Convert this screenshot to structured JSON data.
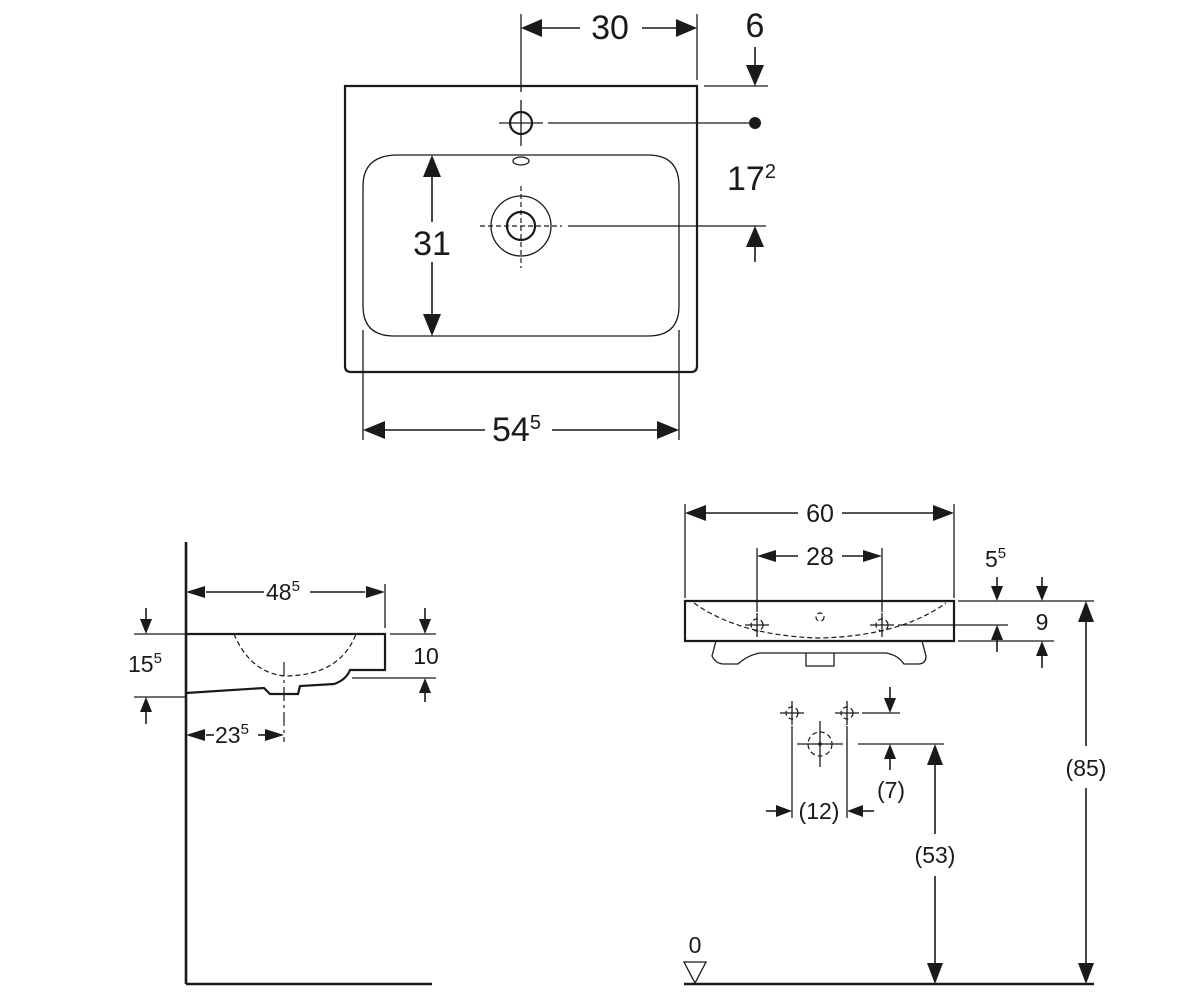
{
  "top_view": {
    "dims": {
      "tap_offset": "30",
      "top_edge": "6",
      "tap_to_drain": "17",
      "tap_to_drain_sup": "2",
      "bowl_depth": "31",
      "bowl_width": "54",
      "bowl_width_sup": "5"
    }
  },
  "side_view": {
    "dims": {
      "depth": "48",
      "depth_sup": "5",
      "total_height": "15",
      "total_height_sup": "5",
      "rim_height": "10",
      "drain_offset": "23",
      "drain_offset_sup": "5"
    }
  },
  "front_view": {
    "dims": {
      "width": "60",
      "hole_spacing": "28",
      "top_offset": "5",
      "top_offset_sup": "5",
      "rim": "9",
      "supply_spacing": "(12)",
      "supply_vertical": "(7)",
      "supply_height": "(53)",
      "rim_height_floor": "(85)",
      "floor_level": "0"
    }
  }
}
